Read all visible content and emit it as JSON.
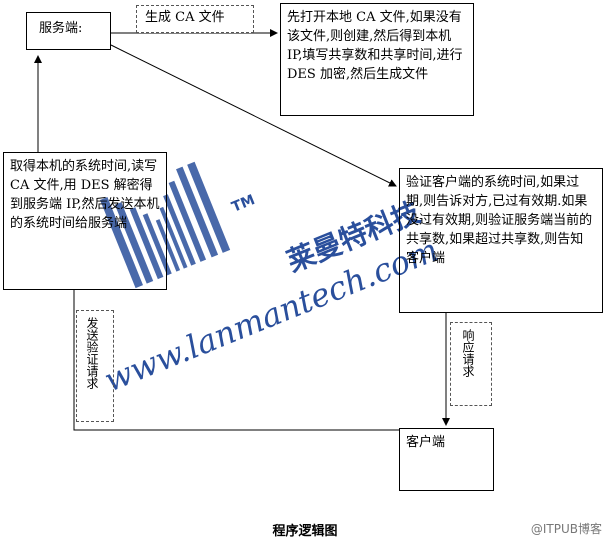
{
  "nodes": {
    "server": "服务端:",
    "ca_file": "先打开本地 CA 文件,如果没有该文件,则创建,然后得到本机 IP,填写共享数和共享时间,进行 DES 加密,然后生成文件",
    "verify": "验证客户端的系统时间,如果过期,则告诉对方,已过有效期.如果没过有效期,则验证服务端当前的共享数,如果超过共享数,则告知客户端",
    "client": "客户端",
    "get_time": "取得本机的系统时间,读写 CA 文件,用 DES 解密得到服务端 IP,然后发送本机的系统时间给服务端"
  },
  "edges": {
    "generate_ca": "生成 CA 文件",
    "respond": "响应请求",
    "send_verify": "发送验证请求"
  },
  "watermark": {
    "logo": "LMT",
    "tm": "TM",
    "company": "莱曼特科技",
    "url": "www.lanmantech.com"
  },
  "caption": "程序逻辑图",
  "credit": "@ITPUB博客",
  "colors": {
    "line": "#000000",
    "watermark": "#2a4f9c"
  }
}
